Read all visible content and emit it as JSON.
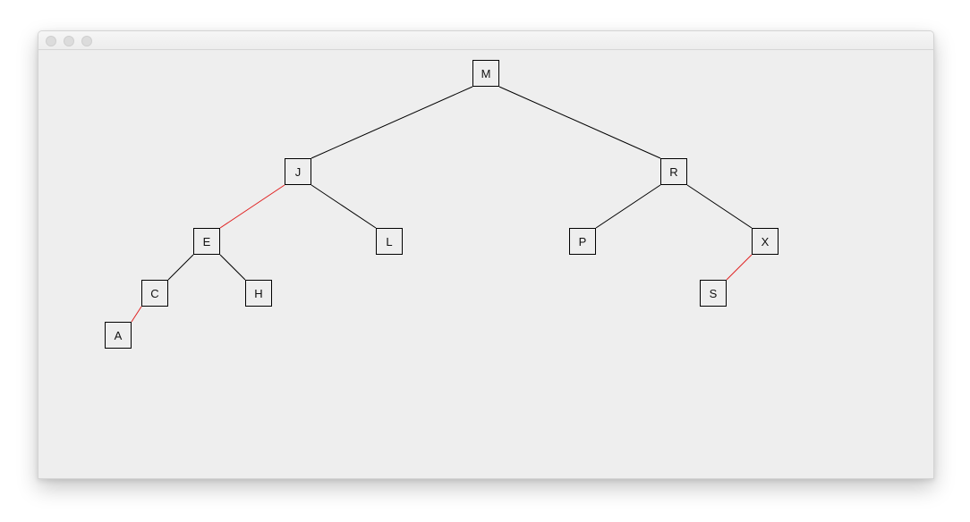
{
  "colors": {
    "black_link": "#000000",
    "red_link": "#e02020",
    "node_border": "#000000",
    "background": "#eeeeee"
  },
  "tree": {
    "nodes": [
      {
        "id": "M",
        "label": "M"
      },
      {
        "id": "J",
        "label": "J"
      },
      {
        "id": "R",
        "label": "R"
      },
      {
        "id": "E",
        "label": "E"
      },
      {
        "id": "L",
        "label": "L"
      },
      {
        "id": "P",
        "label": "P"
      },
      {
        "id": "X",
        "label": "X"
      },
      {
        "id": "C",
        "label": "C"
      },
      {
        "id": "H",
        "label": "H"
      },
      {
        "id": "S",
        "label": "S"
      },
      {
        "id": "A",
        "label": "A"
      }
    ],
    "links": [
      {
        "from": "M",
        "to": "J",
        "color": "black"
      },
      {
        "from": "M",
        "to": "R",
        "color": "black"
      },
      {
        "from": "J",
        "to": "E",
        "color": "red"
      },
      {
        "from": "J",
        "to": "L",
        "color": "black"
      },
      {
        "from": "R",
        "to": "P",
        "color": "black"
      },
      {
        "from": "R",
        "to": "X",
        "color": "black"
      },
      {
        "from": "E",
        "to": "C",
        "color": "black"
      },
      {
        "from": "E",
        "to": "H",
        "color": "black"
      },
      {
        "from": "X",
        "to": "S",
        "color": "red"
      },
      {
        "from": "C",
        "to": "A",
        "color": "red"
      }
    ]
  }
}
